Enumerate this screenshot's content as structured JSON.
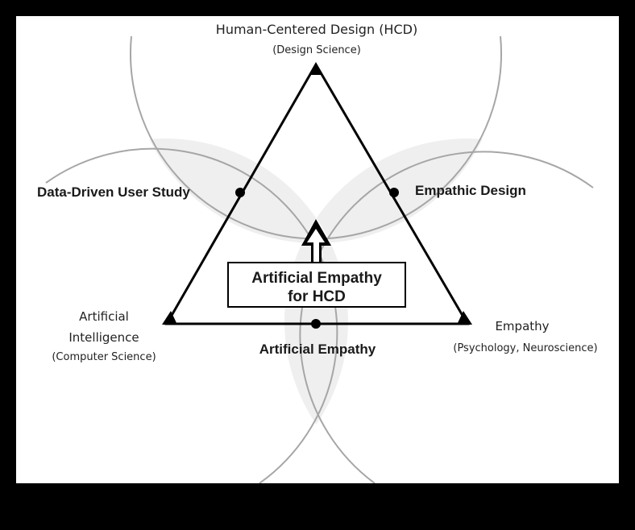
{
  "diagram": {
    "vertices": {
      "top": {
        "title": "Human-Centered Design (HCD)",
        "subtitle": "(Design Science)"
      },
      "left": {
        "line1": "Artificial",
        "line2": "Intelligence",
        "subtitle": "(Computer Science)"
      },
      "right": {
        "title": "Empathy",
        "subtitle": "(Psychology, Neuroscience)"
      }
    },
    "edges": {
      "left": "Data-Driven User Study",
      "right": "Empathic Design",
      "bottom": "Artificial Empathy"
    },
    "center": {
      "line1": "Artificial Empathy",
      "line2": "for HCD"
    },
    "colors": {
      "background": "#ffffff",
      "frame": "#000000",
      "circle_stroke": "#a6a6a6",
      "overlap_fill": "#efefef",
      "triangle": "#000000"
    }
  }
}
